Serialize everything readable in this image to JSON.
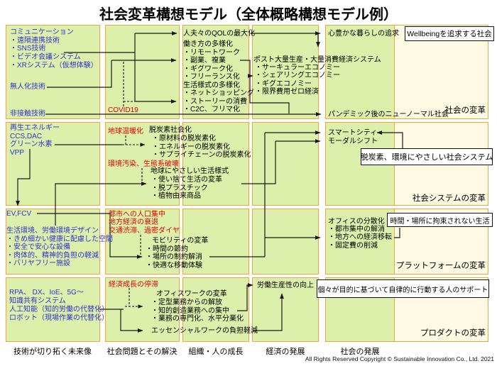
{
  "title": "社会変革構想モデル（全体概略構想モデル例）",
  "copyright": "All Rights Reserved Copyright ©  Sustainable Innovation Co., Ltd.  2021",
  "column_footers": [
    "技術が切り拓く未来像",
    "社会問題とその解決",
    "組織・人の成長",
    "経済の発展",
    "社会の発展"
  ],
  "colors": {
    "panel_green": "#dcefab",
    "panel_cream": "#fdf9e3",
    "border_orange": "#efa43f",
    "text_blue": "#3232cd",
    "text_red": "#e00000",
    "line_black": "#1a1a1a"
  },
  "tech": {
    "communication": {
      "title": "コミュニケーション",
      "items": [
        "・遠隔連携技術",
        "・SNS技術",
        "・ビデオ会議システム",
        "・XRシステム（仮想体験）"
      ]
    },
    "unmanned": "無人化技術",
    "contactless": "非接触技術",
    "energy": {
      "lines": [
        "再生エネルギー",
        "CCS,DAC",
        "グリーン水素",
        "VPP"
      ]
    },
    "ev": "EV,FCV",
    "living_env": {
      "title": "生活環境、労働環境デザイン",
      "items": [
        "・きめ細かい健康に配慮した空間",
        "・安全で安心な設備",
        "・肉体的、精神的負担の軽減",
        "・バリヤフリー施設"
      ]
    },
    "digital": {
      "lines": [
        "RPA、 DX、IoE、5G～",
        "知識共有システム",
        "人工知能（知的労働の代替化）",
        "ロボット（現場作業の代替化）"
      ]
    }
  },
  "problems": {
    "covid": "COVID19",
    "warming": "地球温暖化",
    "pollution": "環境汚染、生態系破壊",
    "urban": [
      "都市への人口集中",
      "地方経済の衰退",
      "交通渋滞、過密ダイヤ"
    ],
    "stagnation": "経済成長の停滞"
  },
  "growth": {
    "qol": "人夫々のQOLの最大化",
    "workstyle": {
      "title": "働き方の多様化",
      "items": [
        "・リモートワーク",
        "・副業、複業",
        "・ギグワーク化",
        "・フリーランス化"
      ]
    },
    "lifestyle": {
      "title": "生活様式の多様化",
      "items": [
        "・ネットショッピング",
        "・ストーリーの消費",
        "・C2C、フリマ化"
      ]
    },
    "decarbon": {
      "title": "脱炭素社会化",
      "items": [
        "・原材料の脱炭素化",
        "・エネルギーの脱炭素化",
        "・サプライチェーンの脱炭素化"
      ]
    },
    "eco_life": {
      "title": "地球にやさしい生活様式",
      "items": [
        "・使い捨て生活の変革",
        "・脱プラスチック",
        "・植物由来商品"
      ]
    },
    "mobility": {
      "title": "モビリティの変革",
      "items": [
        "・時間の節約",
        "・場所の制約解消",
        "・快適な移動体験"
      ]
    },
    "office_work": {
      "title": "オフィスワークの変革",
      "items": [
        "・定型業務からの解放",
        "・知的創造業務への集中",
        "・業務の専門化、水平分業化"
      ]
    },
    "essential": "エッセンシャルワークの負担軽減"
  },
  "economy": {
    "post_mass": {
      "title": "ポスト大量生産・大量消費経済システム",
      "items": [
        "・サーキュラーエコノミー",
        "・シェアリングエコノミー",
        "・ギグエコノミー",
        "・限界費用ゼロ経済"
      ]
    },
    "productivity": "労働生産性の向上"
  },
  "society": {
    "rich_life": "心豊かな暮らしの追求",
    "pandemic": "パンデミック後のニューノーマル社会",
    "smart_city": "スマートシティ",
    "modal_shift": "モーダルシフト",
    "office_dist": {
      "title": "オフィスの分散化",
      "items": [
        "・都市集中の解消",
        "・地方への経済移転",
        "・固定費の削減"
      ]
    }
  },
  "outcomes": {
    "wellbeing": "Wellbeingを追求する社会",
    "social_change": "社会の変革",
    "decarbon_system": "脱炭素、環境にやさしい社会システム",
    "system_change": "社会システムの変革",
    "free_life": "時間・場所に拘束されない生活",
    "platform_change": "プラットフォームの変革",
    "autonomous": "個々が目的に基づいて自律的に行動する人のサポート",
    "product_change": "プロダクトの変革"
  }
}
